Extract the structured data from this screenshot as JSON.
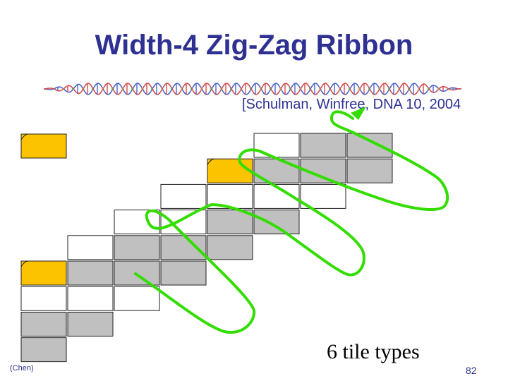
{
  "slide": {
    "title": "Width-4 Zig-Zag Ribbon",
    "citation": "[Schulman, Winfree, DNA 10, 2004",
    "caption": "6 tile types",
    "credit": "(Chen)",
    "page_number": "82"
  },
  "colors": {
    "title_text": "#2e3192",
    "seed_tile": "#fcc400",
    "gray_tile": "#c0c0c0",
    "white_tile": "#ffffff",
    "path": "#33dd00",
    "dna_helix": [
      "#d44d4d",
      "#4da64d",
      "#4d66cc",
      "#c8a84d"
    ]
  },
  "icons": [
    "dna-helix-icon",
    "arrow-head-icon"
  ]
}
